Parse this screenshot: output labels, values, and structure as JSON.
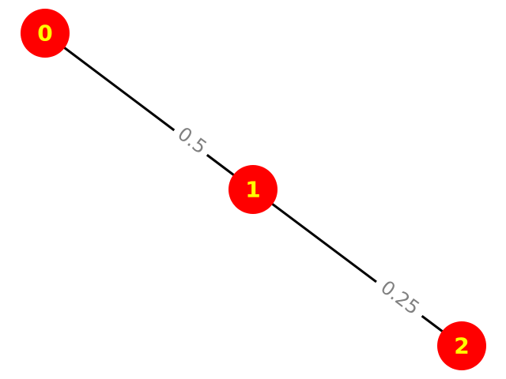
{
  "graph": {
    "node_color": "#ff0000",
    "label_color": "#ffff00",
    "edge_color": "#000000",
    "edge_label_color": "#808080",
    "background": "#ffffff",
    "nodes": [
      {
        "label": "0"
      },
      {
        "label": "1"
      },
      {
        "label": "2"
      }
    ],
    "edges": [
      {
        "from": "0",
        "to": "1",
        "label": "0.5"
      },
      {
        "from": "1",
        "to": "2",
        "label": "0.25"
      }
    ]
  }
}
